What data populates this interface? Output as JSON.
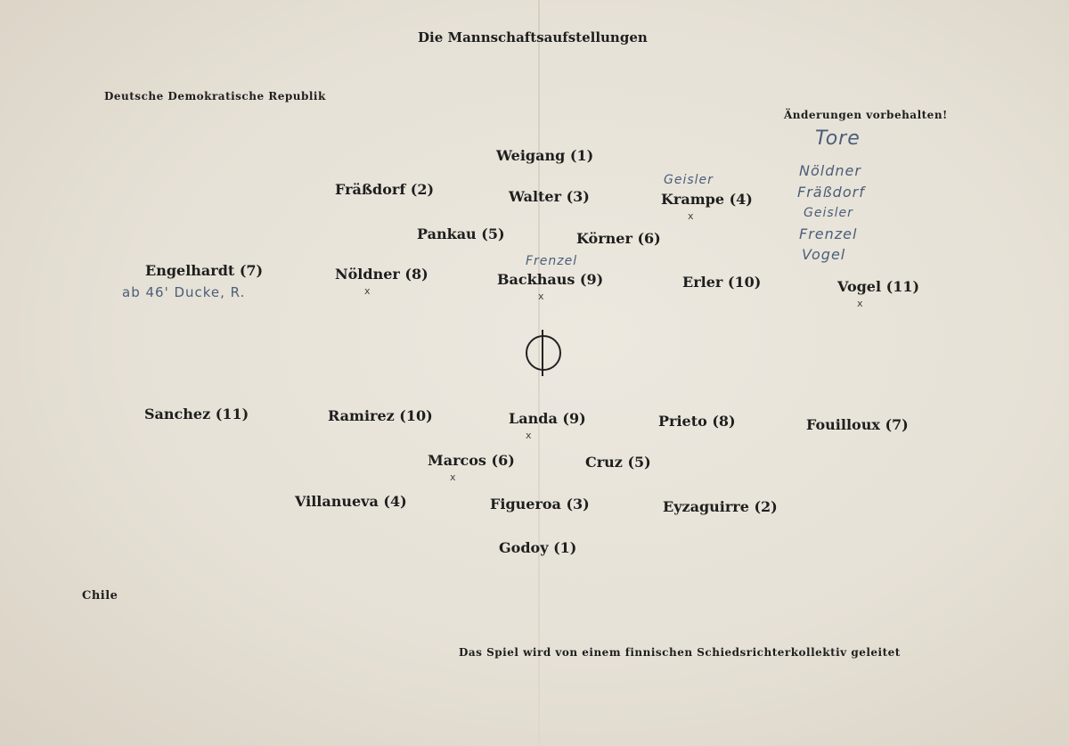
{
  "title": "Die Mannschaftsaufstellungen",
  "team_top": "Deutsche Demokratische Republik",
  "team_bottom": "Chile",
  "note": "Änderungen vorbehalten!",
  "footer": "Das Spiel wird von einem finnischen Schiedsrichterkollektiv geleitet",
  "ddr_players": [
    "Weigang (1)",
    "Fräßdorf (2)",
    "Walter (3)",
    "Krampe (4)",
    "Pankau (5)",
    "Körner (6)",
    "Engelhardt (7)",
    "Nöldner (8)",
    "Backhaus (9)",
    "Erler (10)",
    "Vogel (11)"
  ],
  "chile_players": [
    "Sanchez (11)",
    "Ramirez (10)",
    "Landa (9)",
    "Prieto (8)",
    "Fouilloux (7)",
    "Marcos (6)",
    "Cruz (5)",
    "Villanueva (4)",
    "Figueroa (3)",
    "Eyzaguirre (2)",
    "Godoy (1)"
  ],
  "handwritten": {
    "krampe_sub": "Geisler",
    "backhaus_sub": "Frenzel",
    "engelhardt_sub": "ab 46' Ducke, R.",
    "goals_heading": "Tore",
    "goals": [
      "Nöldner",
      "Fräßdorf",
      "Geisler",
      "Frenzel",
      "Vogel"
    ],
    "mark": "x"
  }
}
